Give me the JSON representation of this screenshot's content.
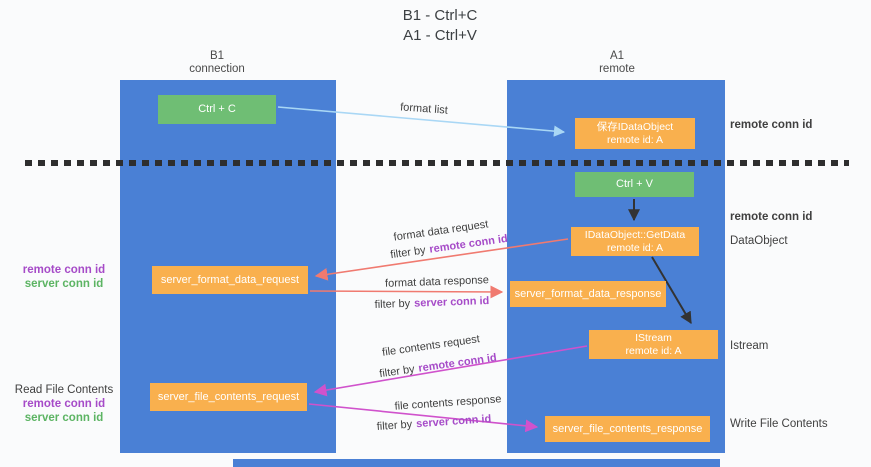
{
  "title": {
    "line1": "B1 - Ctrl+C",
    "line2": "A1 - Ctrl+V"
  },
  "columns": {
    "left": {
      "header_line1": "B1",
      "header_line2": "connection"
    },
    "right": {
      "header_line1": "A1",
      "header_line2": "remote"
    }
  },
  "boxes": {
    "ctrl_c": "Ctrl + C",
    "ctrl_v": "Ctrl + V",
    "save_idataobject": {
      "line1": "保存IDataObject",
      "line2": "remote id: A"
    },
    "getdata": {
      "line1": "IDataObject::GetData",
      "line2": "remote id: A"
    },
    "istream": {
      "line1": "IStream",
      "line2": "remote id: A"
    },
    "format_request": "server_format_data_request",
    "format_response": "server_format_data_response",
    "file_request": "server_file_contents_request",
    "file_response": "server_file_contents_response"
  },
  "arrow_labels": {
    "format_list": "format list",
    "format_data_request": "format data request",
    "format_data_response": "format data response",
    "file_contents_request": "file contents request",
    "file_contents_response": "file contents response",
    "filter_by": "filter by",
    "remote_conn_id": "remote conn id",
    "server_conn_id": "server conn id"
  },
  "side_labels": {
    "remote_conn_id": "remote conn id",
    "server_conn_id": "server conn id",
    "dataobject": "DataObject",
    "istream": "Istream",
    "read_file_contents": "Read File Contents",
    "write_file_contents": "Write File Contents"
  },
  "colors": {
    "lifeline_blue": "#4a80d5",
    "box_orange": "#f9b04e",
    "box_green": "#6fbe74",
    "arrow_light_blue": "#a9d7f5",
    "arrow_salmon": "#f07a70",
    "arrow_magenta": "#d052cc",
    "arrow_black": "#333333",
    "label_purple": "#a64bc8",
    "label_green": "#5cb463"
  }
}
